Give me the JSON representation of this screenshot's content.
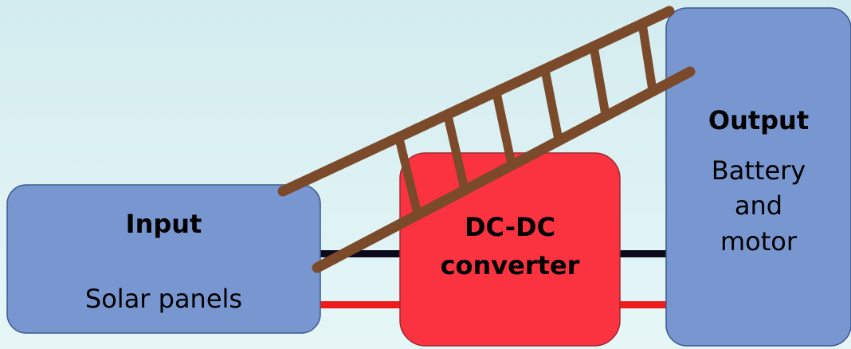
{
  "colors": {
    "background_top": "#d3ecef",
    "background_bottom": "#e6f6f7",
    "box_blue": "#7896d0",
    "box_blue_border": "#3b5a8f",
    "box_red": "#fb3340",
    "box_red_border": "#9c2a31",
    "wire_black": "#0a0a1a",
    "wire_red": "#ee1c1c",
    "ladder_brown": "#7a4a2a"
  },
  "input_box": {
    "title": "Input",
    "subtitle": "Solar panels"
  },
  "converter_box": {
    "title_line1": "DC-DC",
    "title_line2": "converter"
  },
  "output_box": {
    "title": "Output",
    "subtitle_line1": "Battery",
    "subtitle_line2": "and",
    "subtitle_line3": "motor"
  },
  "ladder": {
    "icon": "ladder-icon",
    "rung_count": 6
  }
}
